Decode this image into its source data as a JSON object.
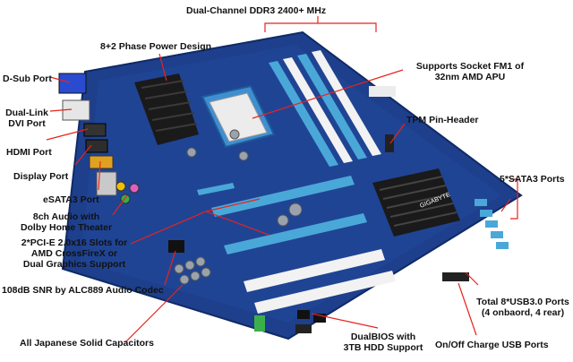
{
  "image": {
    "subject": "motherboard",
    "brand_text": "GIGABYTE",
    "colors": {
      "pcb": "#1d3f8c",
      "slot_blue": "#4aa8d8",
      "slot_white": "#f2f2f2",
      "heatsink": "#1a1a1a",
      "leader_line": "#e8231c"
    }
  },
  "labels": {
    "dual_channel": "Dual-Channel DDR3 2400+ MHz",
    "phase_power": "8+2 Phase Power Design",
    "dsub": "D-Sub Port",
    "dvi_1": "Dual-Link",
    "dvi_2": "DVI Port",
    "hdmi": "HDMI Port",
    "displayport": "Display Port",
    "esata": "eSATA3 Port",
    "audio_1": "8ch Audio with",
    "audio_2": "Dolby Home Theater",
    "pcie_1": "2*PCI-E 2.0x16 Slots for",
    "pcie_2": "AMD CrossFireX or",
    "pcie_3": "Dual Graphics Support",
    "snr": "108dB SNR by ALC889 Audio Codec",
    "capacitors": "All Japanese Solid Capacitors",
    "socket_1": "Supports Socket FM1 of",
    "socket_2": "32nm AMD APU",
    "tpm": "TPM Pin-Header",
    "sata": "5*SATA3 Ports",
    "usb3_1": "Total 8*USB3.0 Ports",
    "usb3_2": "(4 onbaord, 4 rear)",
    "dualbios_1": "DualBIOS with",
    "dualbios_2": "3TB HDD Support",
    "onoff": "On/Off Charge USB Ports"
  }
}
